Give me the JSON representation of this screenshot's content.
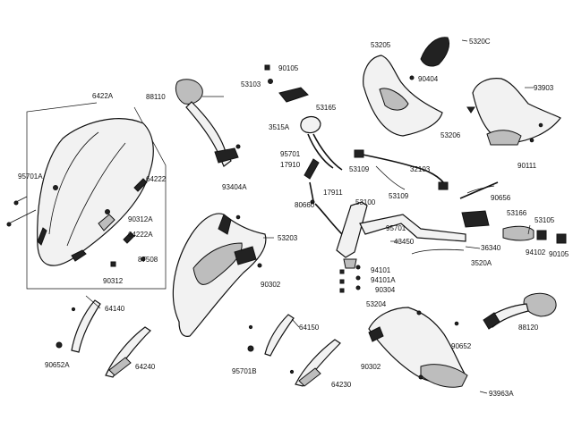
{
  "labels": {
    "l_6422A": "6422A",
    "l_95701A": "95701A",
    "l_64222": "64222",
    "l_90312A": "90312A",
    "l_64222A": "64222A",
    "l_87508": "87508",
    "l_90312": "90312",
    "l_88110": "88110",
    "l_93404A": "93404A",
    "l_90105a": "90105",
    "l_53103": "53103",
    "l_53165": "53165",
    "l_3515A": "3515A",
    "l_95701": "95701",
    "l_17910": "17910",
    "l_17911": "17911",
    "l_53109a": "53109",
    "l_32103": "32103",
    "l_53109b": "53109",
    "l_80660": "80660",
    "l_53100": "53100",
    "l_95701b": "95701",
    "l_43450": "43450",
    "l_53205": "53205",
    "l_5320C": "5320C",
    "l_90404": "90404",
    "l_93903": "93903",
    "l_53206": "53206",
    "l_90111": "90111",
    "l_90656": "90656",
    "l_53166": "53166",
    "l_53105": "53105",
    "l_36340": "36340",
    "l_94102": "94102",
    "l_90105b": "90105",
    "l_3520A": "3520A",
    "l_53203": "53203",
    "l_90302a": "90302",
    "l_94101": "94101",
    "l_94101A": "94101A",
    "l_90304": "90304",
    "l_64140": "64140",
    "l_64150": "64150",
    "l_90652A": "90652A",
    "l_64240": "64240",
    "l_95701B": "95701B",
    "l_64230": "64230",
    "l_53204": "53204",
    "l_90302b": "90302",
    "l_90652": "90652",
    "l_88120": "88120",
    "l_93963A": "93963A"
  }
}
